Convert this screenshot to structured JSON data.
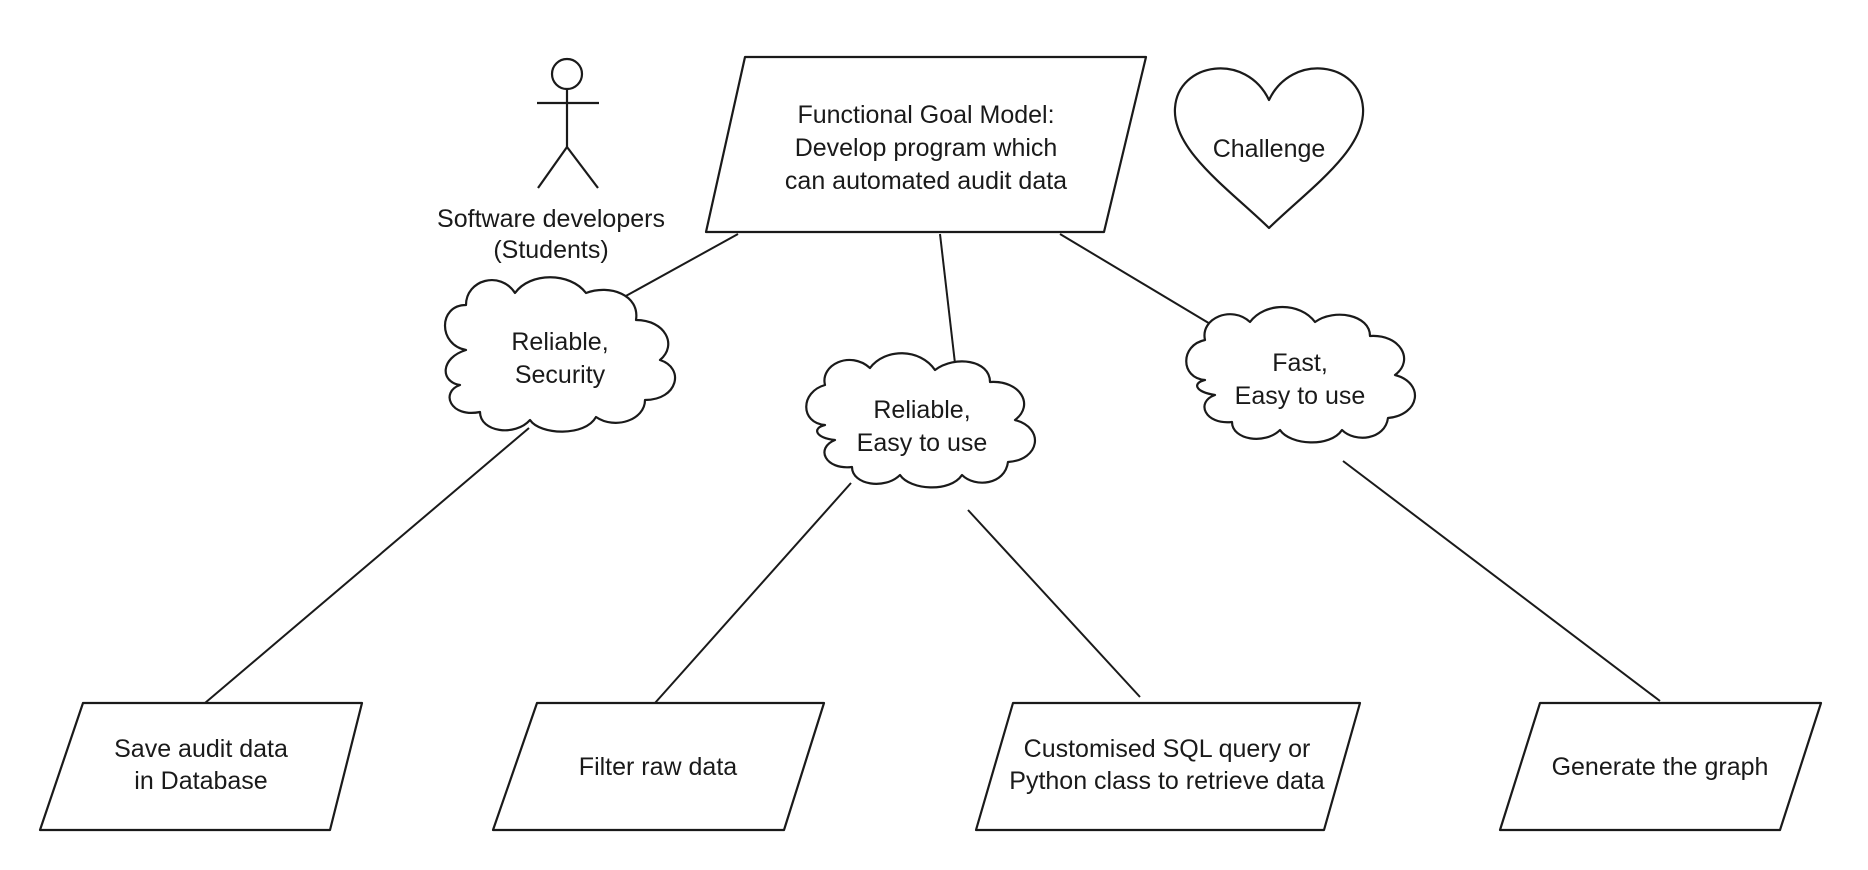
{
  "actor": {
    "label_line1": "Software developers",
    "label_line2": "(Students)"
  },
  "goal": {
    "line1": "Functional Goal Model:",
    "line2": "Develop program which",
    "line3": "can automated audit data"
  },
  "challenge": {
    "label": "Challenge"
  },
  "qualities": [
    {
      "line1": "Reliable,",
      "line2": "Security"
    },
    {
      "line1": "Reliable,",
      "line2": "Easy to use"
    },
    {
      "line1": "Fast,",
      "line2": "Easy to use"
    }
  ],
  "tasks": [
    {
      "line1": "Save audit data",
      "line2": "in Database"
    },
    {
      "line1": "Filter raw data",
      "line2": ""
    },
    {
      "line1": "Customised SQL  query or",
      "line2": "Python class to retrieve data"
    },
    {
      "line1": "Generate the graph",
      "line2": ""
    }
  ]
}
